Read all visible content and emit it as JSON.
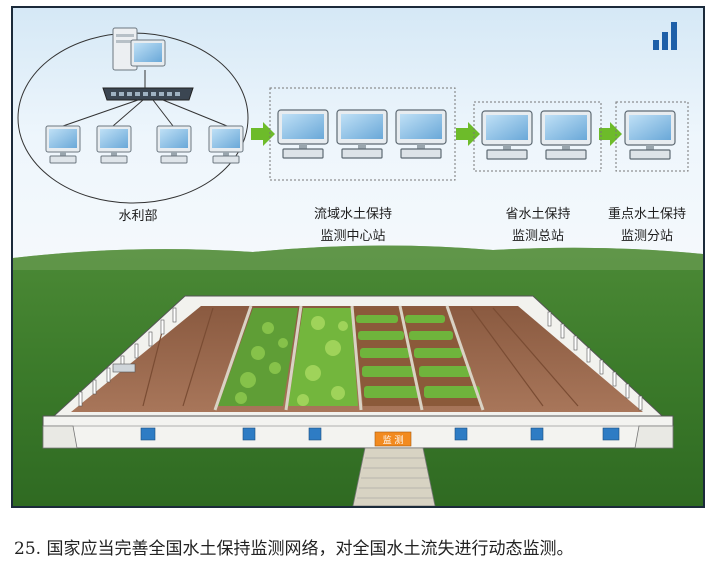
{
  "labels": {
    "ministry": "水利部",
    "basin_line1": "流域水土保持",
    "basin_line2": "监测中心站",
    "province_line1": "省水土保持",
    "province_line2": "监测总站",
    "key_line1": "重点水土保持",
    "key_line2": "监测分站"
  },
  "sign_text": "监 测",
  "caption": "25. 国家应当完善全国水土保持监测网络，对全国水土流失进行动态监测。",
  "icons": [
    "server-icon",
    "network-switch-icon",
    "computer-icon",
    "arrow-right-icon",
    "signal-bars-icon"
  ],
  "colors": {
    "sky": "#e9f3fb",
    "arrow": "#6dbb2a",
    "grass": "#3f7d2c",
    "soil": "#9a6a4b",
    "crop": "#6bb23a",
    "accent": "#1e5fa8"
  }
}
